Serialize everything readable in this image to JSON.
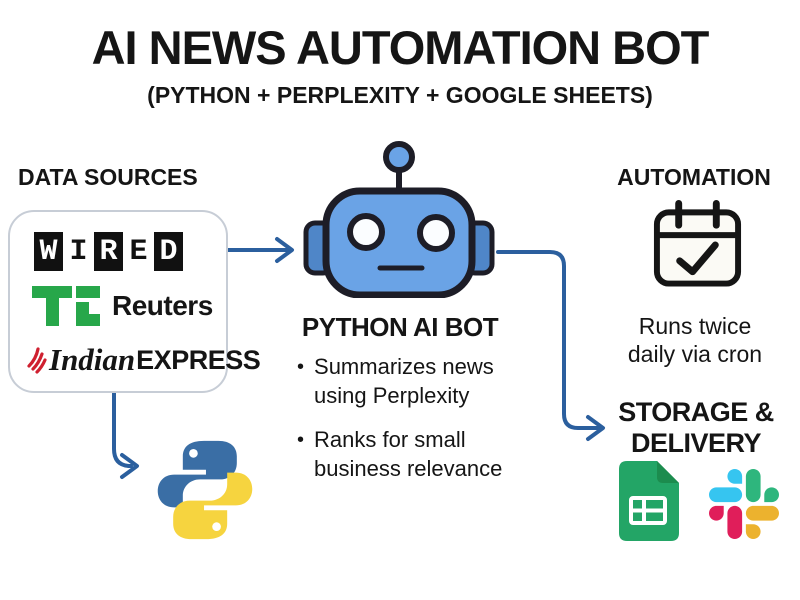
{
  "header": {
    "title": "AI NEWS AUTOMATION BOT",
    "subtitle": "(PYTHON + PERPLEXITY + GOOGLE SHEETS)"
  },
  "sources": {
    "heading": "DATA SOURCES",
    "wired_letters": [
      "W",
      "I",
      "R",
      "E",
      "D"
    ],
    "reuters": "Reuters",
    "indian_express": {
      "script": "Indian",
      "caps": "EXPRESS"
    }
  },
  "bot": {
    "label": "PYTHON AI BOT",
    "bullet_char": "•",
    "bullets": [
      "Summarizes news\nusing Perplexity",
      "Ranks for small\nbusiness relevance"
    ]
  },
  "automation": {
    "heading": "AUTOMATION",
    "caption": "Runs twice\ndaily via cron"
  },
  "storage": {
    "heading": "STORAGE &\nDELIVERY"
  },
  "icons": [
    "robot-icon",
    "calendar-check-icon",
    "python-logo-icon",
    "google-sheets-icon",
    "slack-icon",
    "wired-logo",
    "techcrunch-logo",
    "quill-icon"
  ],
  "colors": {
    "text": "#151515",
    "arrow": "#2b5f9e",
    "robot_head": "#6aa3e6",
    "robot_ear": "#4f86c8",
    "robot_outline": "#1d1d27",
    "techcrunch_green": "#27a74a",
    "sheets_green": "#23a566",
    "sheets_fold": "#1c8c4e",
    "slack_blue": "#36c5f0",
    "slack_green": "#2eb67d",
    "slack_red": "#e01e5a",
    "slack_yellow": "#ecb22e",
    "python_blue": "#3a6ea5",
    "python_yellow": "#f6d43f",
    "express_red": "#cf2030",
    "box_border": "#c7cdd6"
  }
}
